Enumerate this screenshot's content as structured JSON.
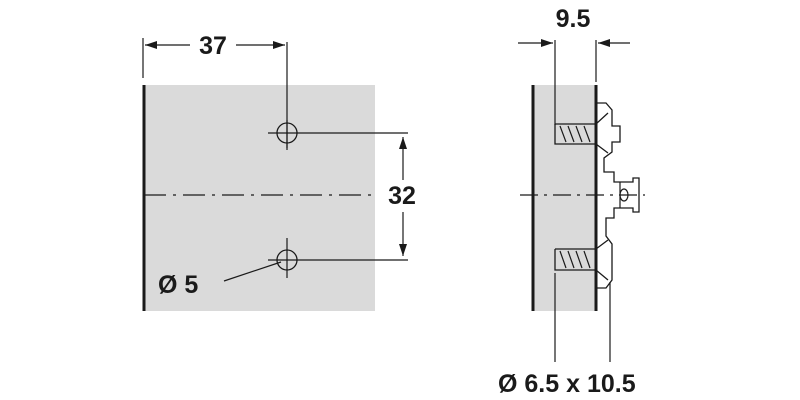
{
  "colors": {
    "plate": "#dadada",
    "line": "#1a1a1a",
    "background": "#ffffff"
  },
  "front_view": {
    "width_dimension": "37",
    "hole_spacing_dimension": "32",
    "hole_diameter_label": "Ø 5"
  },
  "side_view": {
    "depth_dimension": "9.5",
    "screw_label": "Ø 6.5 x 10.5"
  }
}
